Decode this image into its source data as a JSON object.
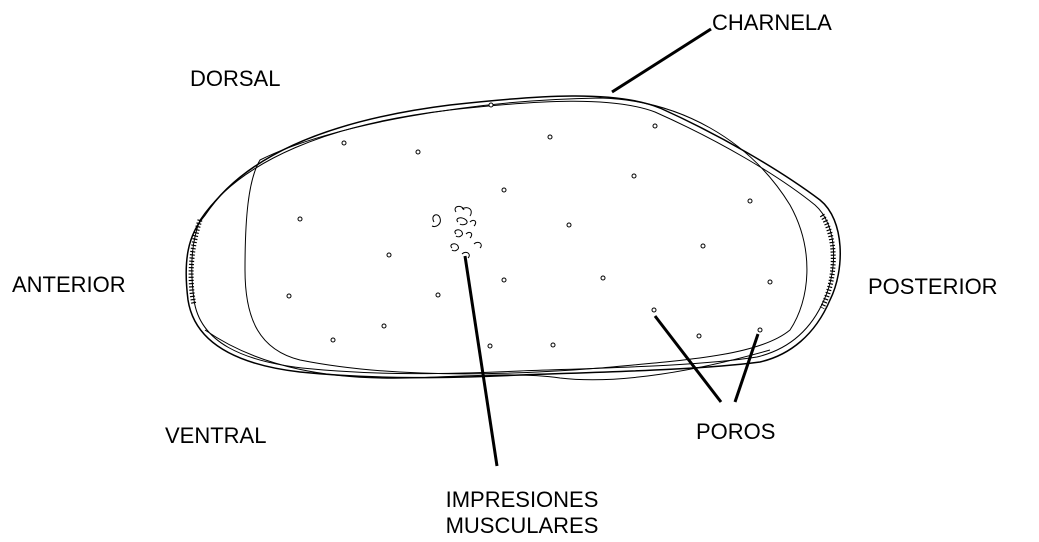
{
  "labels": {
    "dorsal": "DORSAL",
    "ventral": "VENTRAL",
    "anterior": "ANTERIOR",
    "posterior": "POSTERIOR",
    "charnela": "CHARNELA",
    "poros": "POROS",
    "impresiones_line1": "IMPRESIONES",
    "impresiones_line2": "MUSCULARES"
  },
  "colors": {
    "stroke": "#000000",
    "background": "#ffffff"
  }
}
